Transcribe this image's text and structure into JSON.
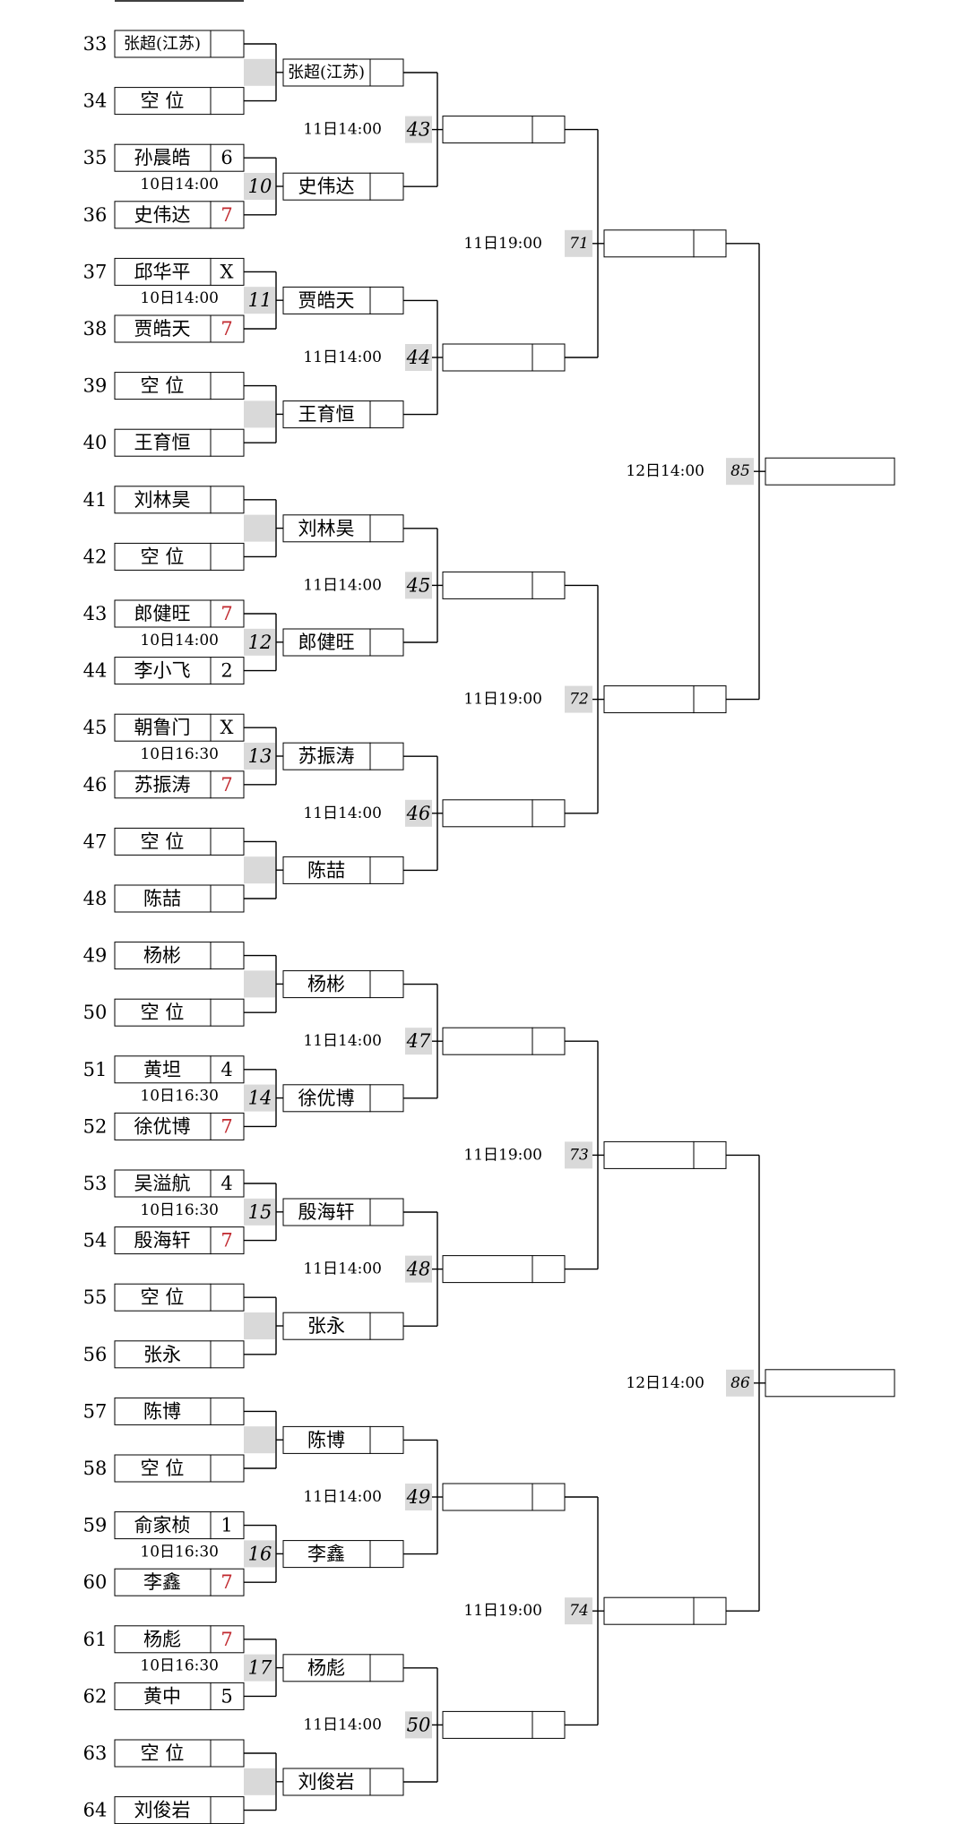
{
  "colors": {
    "winner_score": "#c0272d",
    "match_shade": "#d9d9d9",
    "line": "#000000"
  },
  "round1": [
    {
      "match": "",
      "time": "",
      "players": [
        {
          "seed": "33",
          "name": "张超(江苏)",
          "score": ""
        },
        {
          "seed": "34",
          "name": "空 位",
          "score": ""
        }
      ]
    },
    {
      "match": "10",
      "time": "10日14:00",
      "players": [
        {
          "seed": "35",
          "name": "孙晨皓",
          "score": "6"
        },
        {
          "seed": "36",
          "name": "史伟达",
          "score": "7",
          "winner": true
        }
      ]
    },
    {
      "match": "11",
      "time": "10日14:00",
      "players": [
        {
          "seed": "37",
          "name": "邱华平",
          "score": "X"
        },
        {
          "seed": "38",
          "name": "贾皓天",
          "score": "7",
          "winner": true
        }
      ]
    },
    {
      "match": "",
      "time": "",
      "players": [
        {
          "seed": "39",
          "name": "空 位",
          "score": ""
        },
        {
          "seed": "40",
          "name": "王育恒",
          "score": ""
        }
      ]
    },
    {
      "match": "",
      "time": "",
      "players": [
        {
          "seed": "41",
          "name": "刘林昊",
          "score": ""
        },
        {
          "seed": "42",
          "name": "空 位",
          "score": ""
        }
      ]
    },
    {
      "match": "12",
      "time": "10日14:00",
      "players": [
        {
          "seed": "43",
          "name": "郎健旺",
          "score": "7",
          "winner": true
        },
        {
          "seed": "44",
          "name": "李小飞",
          "score": "2"
        }
      ]
    },
    {
      "match": "13",
      "time": "10日16:30",
      "players": [
        {
          "seed": "45",
          "name": "朝鲁门",
          "score": "X"
        },
        {
          "seed": "46",
          "name": "苏振涛",
          "score": "7",
          "winner": true
        }
      ]
    },
    {
      "match": "",
      "time": "",
      "players": [
        {
          "seed": "47",
          "name": "空 位",
          "score": ""
        },
        {
          "seed": "48",
          "name": "陈喆",
          "score": ""
        }
      ]
    },
    {
      "match": "",
      "time": "",
      "players": [
        {
          "seed": "49",
          "name": "杨彬",
          "score": ""
        },
        {
          "seed": "50",
          "name": "空 位",
          "score": ""
        }
      ]
    },
    {
      "match": "14",
      "time": "10日16:30",
      "players": [
        {
          "seed": "51",
          "name": "黄坦",
          "score": "4"
        },
        {
          "seed": "52",
          "name": "徐优博",
          "score": "7",
          "winner": true
        }
      ]
    },
    {
      "match": "15",
      "time": "10日16:30",
      "players": [
        {
          "seed": "53",
          "name": "吴溢航",
          "score": "4"
        },
        {
          "seed": "54",
          "name": "殷海轩",
          "score": "7",
          "winner": true
        }
      ]
    },
    {
      "match": "",
      "time": "",
      "players": [
        {
          "seed": "55",
          "name": "空 位",
          "score": ""
        },
        {
          "seed": "56",
          "name": "张永",
          "score": ""
        }
      ]
    },
    {
      "match": "",
      "time": "",
      "players": [
        {
          "seed": "57",
          "name": "陈博",
          "score": ""
        },
        {
          "seed": "58",
          "name": "空 位",
          "score": ""
        }
      ]
    },
    {
      "match": "16",
      "time": "10日16:30",
      "players": [
        {
          "seed": "59",
          "name": "俞家桢",
          "score": "1"
        },
        {
          "seed": "60",
          "name": "李鑫",
          "score": "7",
          "winner": true
        }
      ]
    },
    {
      "match": "17",
      "time": "10日16:30",
      "players": [
        {
          "seed": "61",
          "name": "杨彪",
          "score": "7",
          "winner": true
        },
        {
          "seed": "62",
          "name": "黄中",
          "score": "5"
        }
      ]
    },
    {
      "match": "",
      "time": "",
      "players": [
        {
          "seed": "63",
          "name": "空 位",
          "score": ""
        },
        {
          "seed": "64",
          "name": "刘俊岩",
          "score": ""
        }
      ]
    }
  ],
  "round2": [
    {
      "name": "张超(江苏)"
    },
    {
      "name": "史伟达"
    },
    {
      "name": "贾皓天"
    },
    {
      "name": "王育恒"
    },
    {
      "name": "刘林昊"
    },
    {
      "name": "郎健旺"
    },
    {
      "name": "苏振涛"
    },
    {
      "name": "陈喆"
    },
    {
      "name": "杨彬"
    },
    {
      "name": "徐优博"
    },
    {
      "name": "殷海轩"
    },
    {
      "name": "张永"
    },
    {
      "name": "陈博"
    },
    {
      "name": "李鑫"
    },
    {
      "name": "杨彪"
    },
    {
      "name": "刘俊岩"
    }
  ],
  "round2_matches": [
    {
      "match": "43",
      "time": "11日14:00"
    },
    {
      "match": "44",
      "time": "11日14:00"
    },
    {
      "match": "45",
      "time": "11日14:00"
    },
    {
      "match": "46",
      "time": "11日14:00"
    },
    {
      "match": "47",
      "time": "11日14:00"
    },
    {
      "match": "48",
      "time": "11日14:00"
    },
    {
      "match": "49",
      "time": "11日14:00"
    },
    {
      "match": "50",
      "time": "11日14:00"
    }
  ],
  "round3_matches": [
    {
      "match": "71",
      "time": "11日19:00"
    },
    {
      "match": "72",
      "time": "11日19:00"
    },
    {
      "match": "73",
      "time": "11日19:00"
    },
    {
      "match": "74",
      "time": "11日19:00"
    }
  ],
  "round4_matches": [
    {
      "match": "85",
      "time": "12日14:00"
    },
    {
      "match": "86",
      "time": "12日14:00"
    }
  ]
}
